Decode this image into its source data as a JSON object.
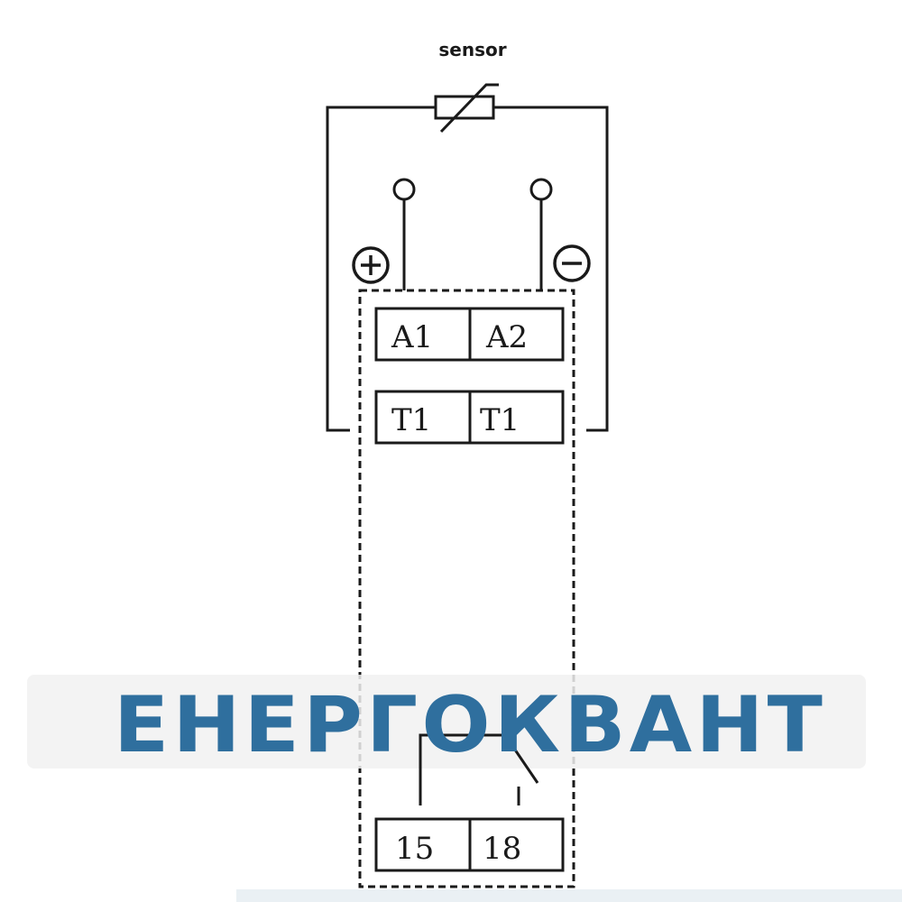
{
  "sensor_label": "sensor",
  "terminals": {
    "a1": "A1",
    "a2": "A2",
    "t1_left": "T1",
    "t1_right": "T1",
    "t15": "15",
    "t18": "18"
  },
  "watermark": "ЕНЕРГОКВАНТ",
  "colors": {
    "line": "#1a1a1a",
    "watermark": "#2f6f9e",
    "watermark_band": "#f1f1f1",
    "bottom_strip": "#eaf0f4"
  }
}
